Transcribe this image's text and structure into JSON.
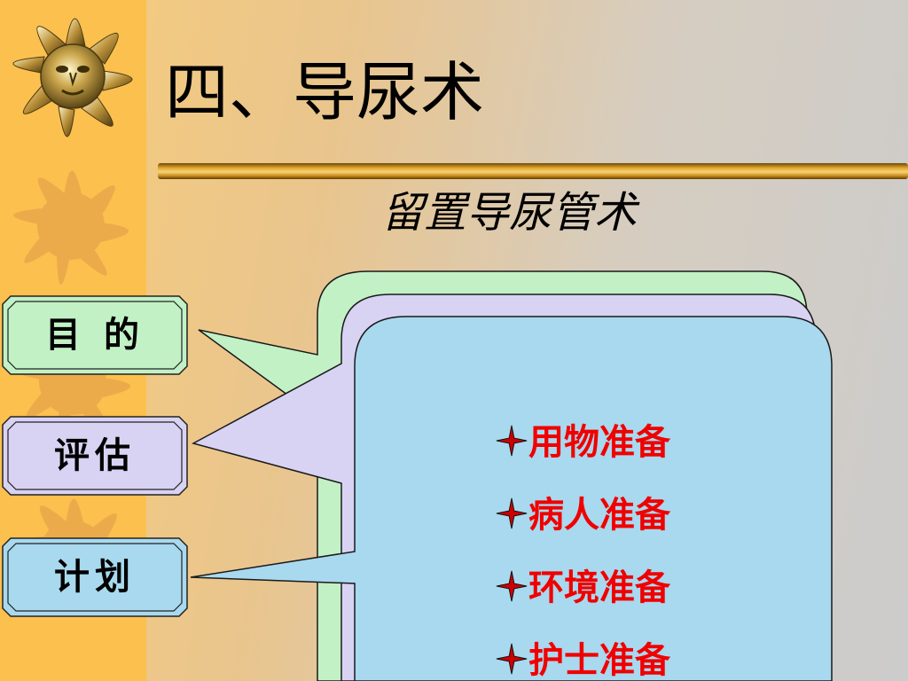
{
  "slide": {
    "title": "四、导尿术",
    "subtitle": "留置导尿管术"
  },
  "buttons": [
    {
      "id": "purpose",
      "label": "目 的",
      "fill": "#c2f1c6"
    },
    {
      "id": "assess",
      "label": "评估",
      "fill": "#d8d3f3"
    },
    {
      "id": "plan",
      "label": "计划",
      "fill": "#a8d9ef"
    }
  ],
  "callout_colors": {
    "purpose": "#c2f1c6",
    "assess": "#d8d3f3",
    "plan": "#a8d9ef"
  },
  "plan_items": [
    {
      "label": "用物准备"
    },
    {
      "label": "病人准备"
    },
    {
      "label": "环境准备"
    },
    {
      "label": "护士准备"
    }
  ],
  "colors": {
    "plan_text": "#f00000",
    "bullet_star": "#cc0000"
  },
  "icons": {
    "sun": "sun-face-icon",
    "bullet": "four-point-star-icon"
  }
}
